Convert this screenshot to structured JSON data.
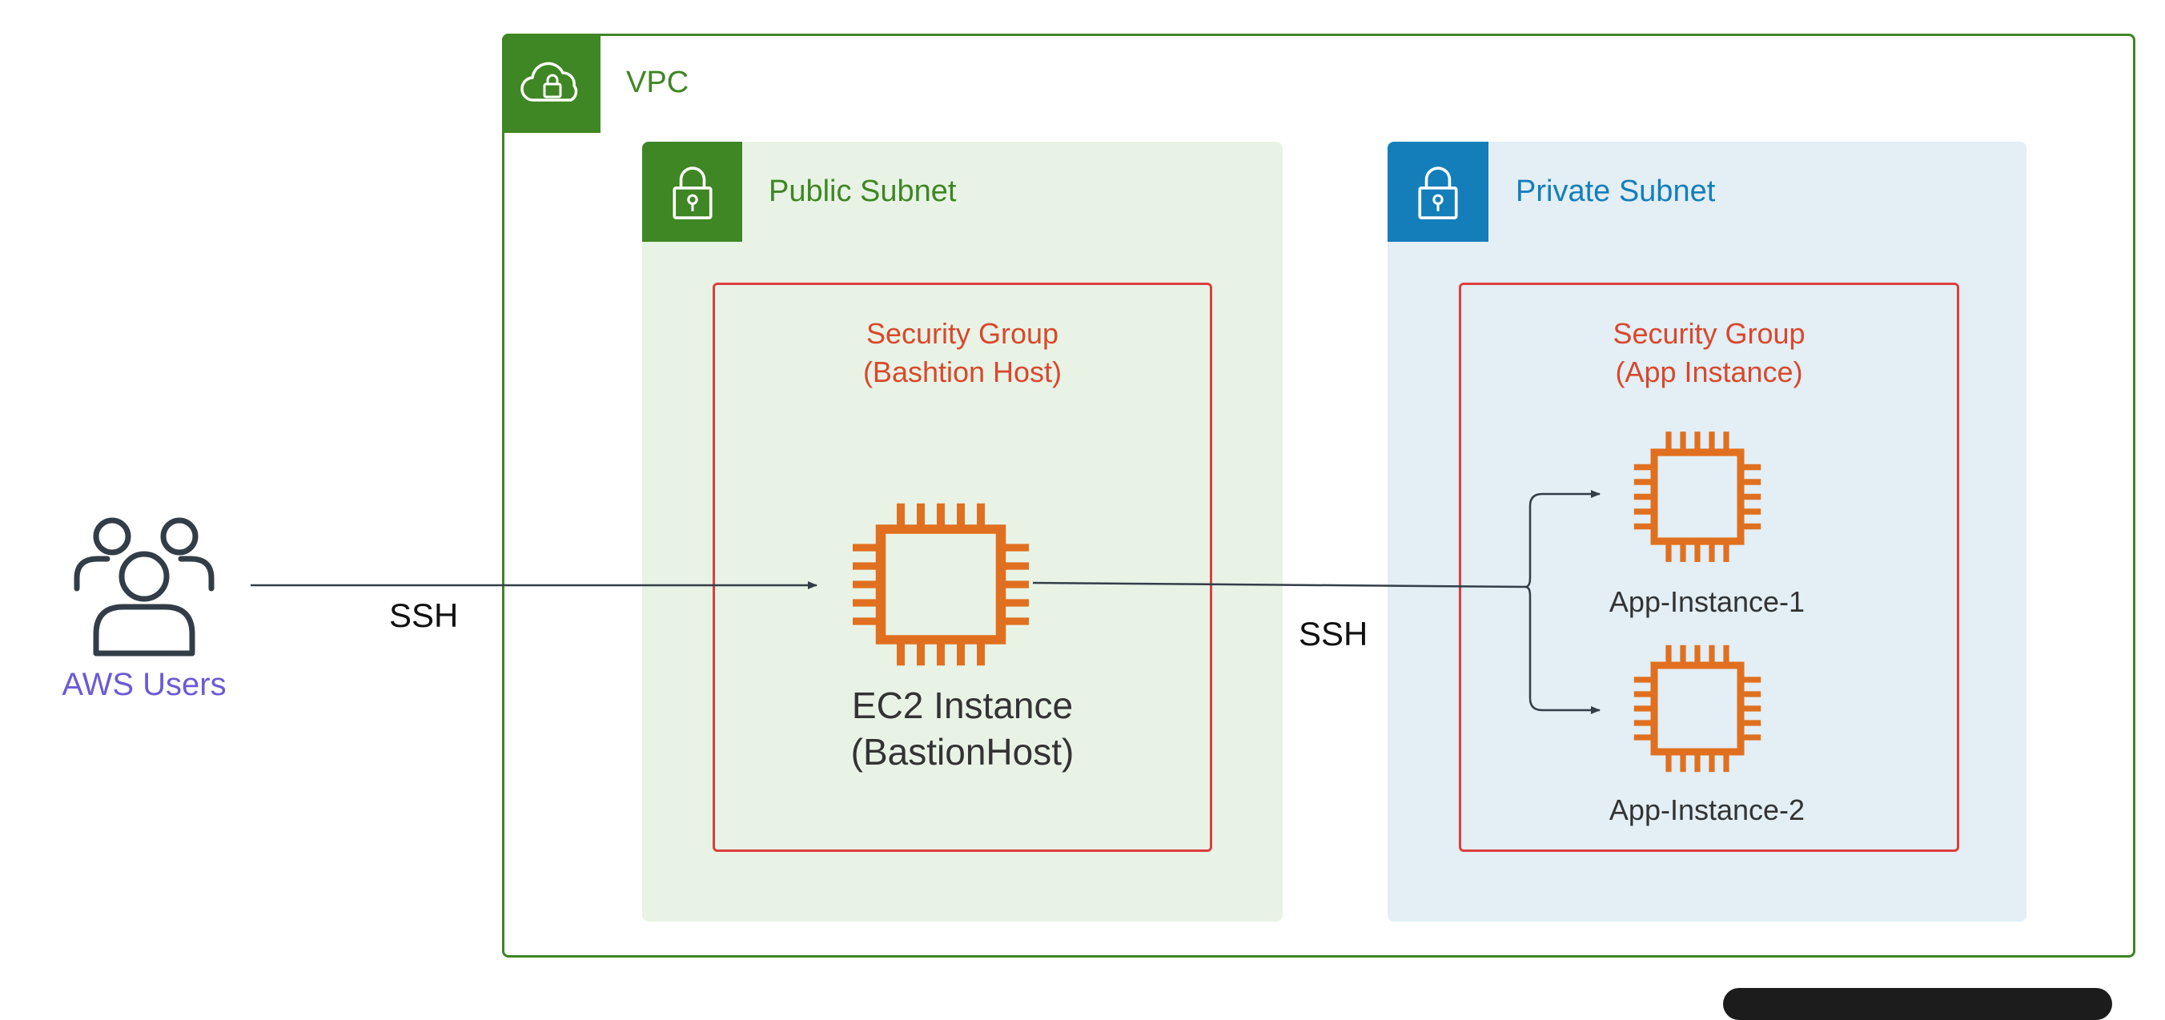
{
  "vpc": {
    "label": "VPC",
    "icon": "cloud-lock-icon"
  },
  "public_subnet": {
    "label": "Public Subnet",
    "icon": "padlock-icon"
  },
  "private_subnet": {
    "label": "Private Subnet",
    "icon": "padlock-icon"
  },
  "security_groups": {
    "bastion": {
      "line1": "Security Group",
      "line2": "(Bashtion Host)"
    },
    "app": {
      "line1": "Security Group",
      "line2": "(App Instance)"
    }
  },
  "bastion": {
    "line1": "EC2 Instance",
    "line2": "(BastionHost)",
    "icon": "ec2-chip-icon"
  },
  "app_instances": [
    {
      "label": "App-Instance-1",
      "icon": "ec2-chip-icon"
    },
    {
      "label": "App-Instance-2",
      "icon": "ec2-chip-icon"
    }
  ],
  "users": {
    "label": "AWS Users",
    "icon": "users-icon"
  },
  "connections": {
    "ssh_in": "SSH",
    "ssh_out": "SSH"
  },
  "colors": {
    "vpc_green": "#3f8624",
    "public_fill": "#e8f3e6",
    "private_fill": "#e3eef5",
    "private_blue": "#147eba",
    "security_red": "#dd3e3e",
    "ec2_orange": "#e0701f",
    "users_purple": "#6b5bd6"
  }
}
